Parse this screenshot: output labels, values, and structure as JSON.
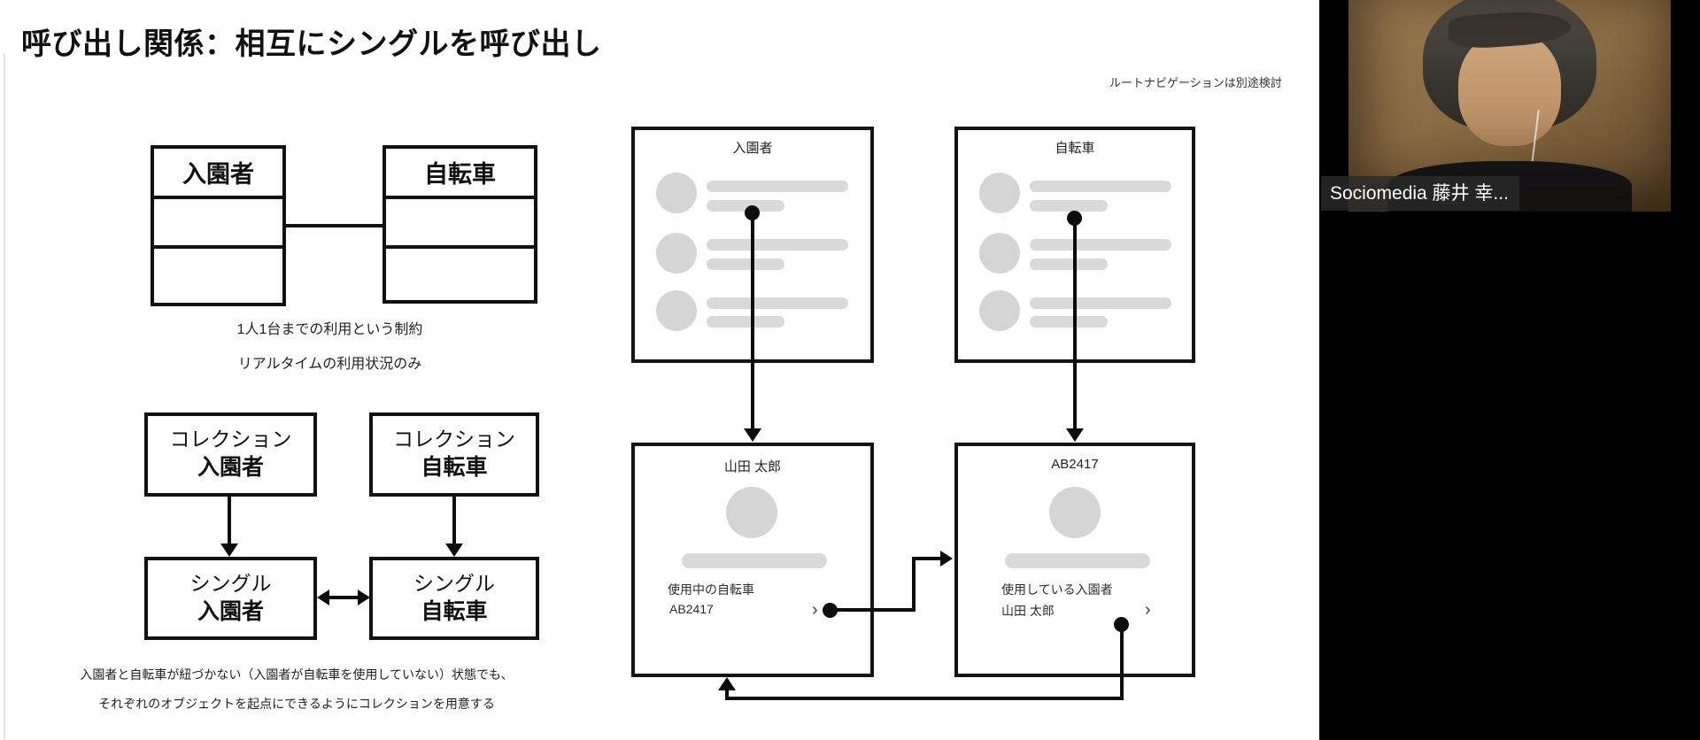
{
  "colors": {
    "line_black": "#0c0c0c",
    "placeholder_gray": "#d9d9d9",
    "panel_black": "#000000",
    "slide_white": "#ffffff"
  },
  "slide": {
    "title": "呼び出し関係：相互にシングルを呼び出し",
    "note": "ルートナビゲーションは別途検討",
    "entity_diagram": {
      "visitor_title": "入園者",
      "bike_title": "自転車",
      "caption_line1": "1人1台までの利用という制約",
      "caption_line2": "リアルタイムの利用状況のみ"
    },
    "flow_diagram": {
      "collection_visitor": {
        "line1": "コレクション",
        "line2": "入園者"
      },
      "collection_bike": {
        "line1": "コレクション",
        "line2": "自転車"
      },
      "single_visitor": {
        "line1": "シングル",
        "line2": "入園者"
      },
      "single_bike": {
        "line1": "シングル",
        "line2": "自転車"
      },
      "caption_line1": "入園者と自転車が紐づかない（入園者が自転車を使用していない）状態でも、",
      "caption_line2": "それぞれのオブジェクトを起点にできるようにコレクションを用意する"
    },
    "mockups": {
      "visitor_list_title": "入園者",
      "bike_list_title": "自転車",
      "visitor_detail": {
        "title": "山田 太郎",
        "field_label": "使用中の自転車",
        "field_value": "AB2417",
        "chevron": "›"
      },
      "bike_detail": {
        "title": "AB2417",
        "field_label": "使用している入園者",
        "field_value": "山田 太郎",
        "chevron": "›"
      }
    }
  },
  "webcam": {
    "name_label": "Sociomedia 藤井 幸..."
  }
}
